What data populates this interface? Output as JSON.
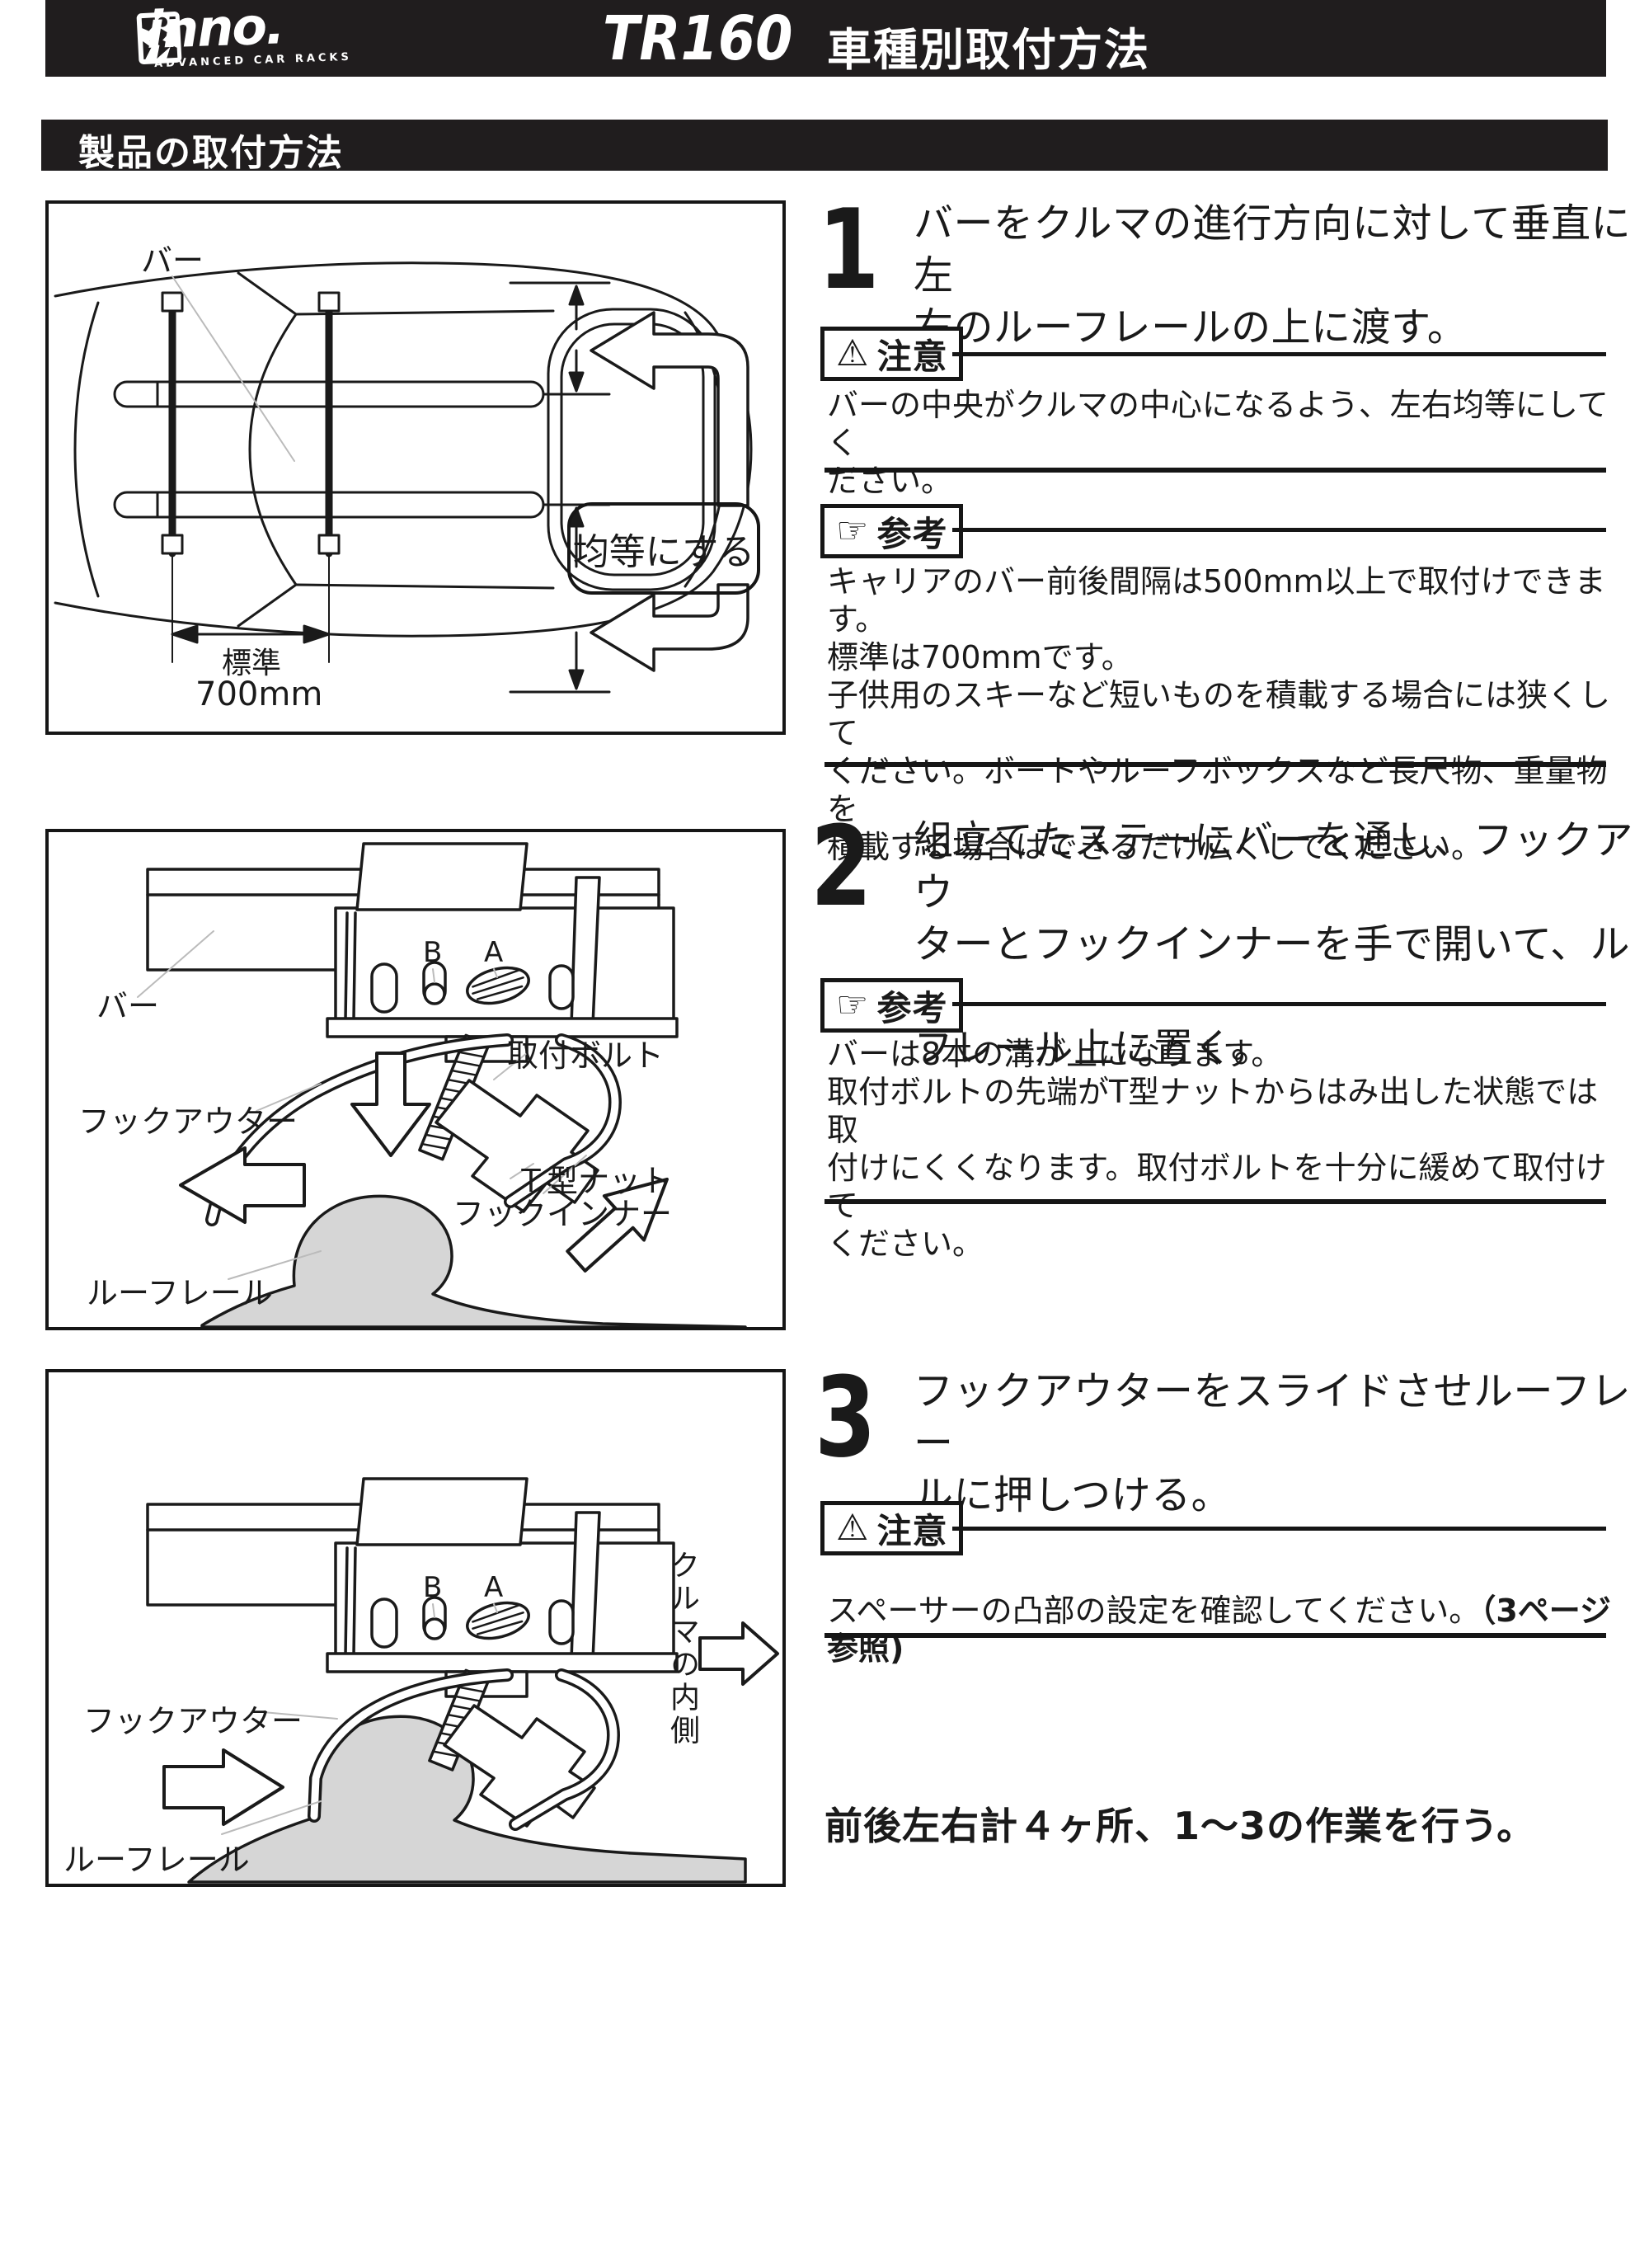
{
  "colors": {
    "header_bg": "#201d1e",
    "ink": "#1a1a1a",
    "rail_gray": "#d6d6d6"
  },
  "icons": {
    "caution": "⚠",
    "reference": "☞"
  },
  "header": {
    "brand": "inno.",
    "brand_sub": "ADVANCED CAR RACKS",
    "model": "TR160",
    "title": "車種別取付方法"
  },
  "section": {
    "title": "製品の取付方法"
  },
  "steps": [
    {
      "number": "1",
      "text": "バーをクルマの進行方向に対して垂直に左\n右のルーフレールの上に渡す。",
      "caution": {
        "label": "注意",
        "text": "バーの中央がクルマの中心になるよう、左右均等にしてく\nださい。"
      },
      "reference": {
        "label": "参考",
        "text": "キャリアのバー前後間隔は500mm以上で取付けできます。\n標準は700mmです。\n子供用のスキーなど短いものを積載する場合には狭くして\nください。ボートやルーフボックスなど長尺物、重量物を\n積載する場合はできるだけ広くしてください。"
      }
    },
    {
      "number": "2",
      "text": "組立てたステーにバーを通し、フックアウ\nターとフックインナーを手で開いて、ルー\nフレール上に置く。",
      "reference": {
        "label": "参考",
        "text": "バーは8本の溝が上になります。\n取付ボルトの先端がT型ナットからはみ出した状態では取\n付けにくくなります。取付ボルトを十分に緩めて取付けて\nください。"
      }
    },
    {
      "number": "3",
      "text": "フックアウターをスライドさせルーフレー\nルに押しつける。",
      "caution": {
        "label": "注意",
        "text_normal": "スペーサーの凸部の設定を確認してください。",
        "text_bold": "（3ページ\n参照)"
      }
    }
  ],
  "footer_note": "前後左右計４ヶ所、1～3の作業を行う。",
  "diagram1": {
    "bar_label": "バー",
    "equalize_label": "均等にする",
    "standard_label": "標準",
    "standard_value": "700mm"
  },
  "diagram2": {
    "bar_label": "バー",
    "hook_outer_label": "フックアウター",
    "bolt_label": "取付ボルト",
    "tnut_label": "Ｔ型ナット",
    "hook_inner_label": "フックインナー",
    "rail_label": "ルーフレール",
    "point_b": "B",
    "point_a": "A"
  },
  "diagram3": {
    "hook_outer_label": "フックアウター",
    "rail_label": "ルーフレール",
    "car_inner_label": "クルマの内側",
    "point_b": "B",
    "point_a": "A"
  }
}
